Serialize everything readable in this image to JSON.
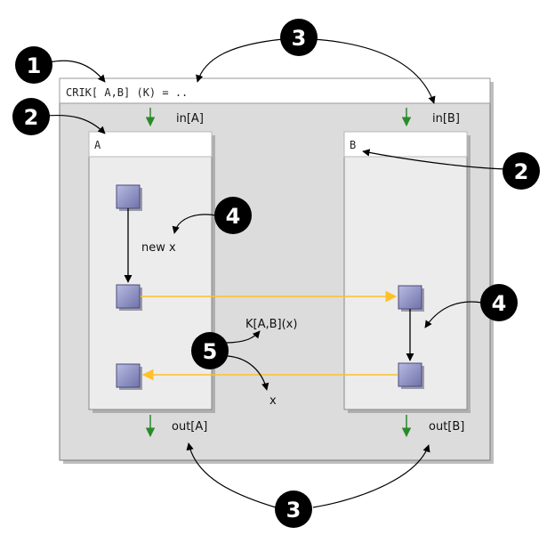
{
  "diagram": {
    "header_text": "CRIK[ A,B] (K)  =  ..",
    "role_a_label": "A",
    "role_b_label": "B",
    "in_a": "in[A]",
    "in_b": "in[B]",
    "out_a": "out[A]",
    "out_b": "out[B]",
    "new_x_label": "new x",
    "k_label": "K[A,B](x)",
    "x_label": "x",
    "markers": [
      "1",
      "2",
      "2",
      "3",
      "3",
      "4",
      "4",
      "5"
    ]
  },
  "colors": {
    "outer_frame_fill": "#dcdcdc",
    "role_box_fill": "#ececec",
    "node_fill": "#8f93c6",
    "message_arrow": "#ffc125",
    "port_arrow": "#2a8a2a",
    "marker_fill": "#000000"
  }
}
